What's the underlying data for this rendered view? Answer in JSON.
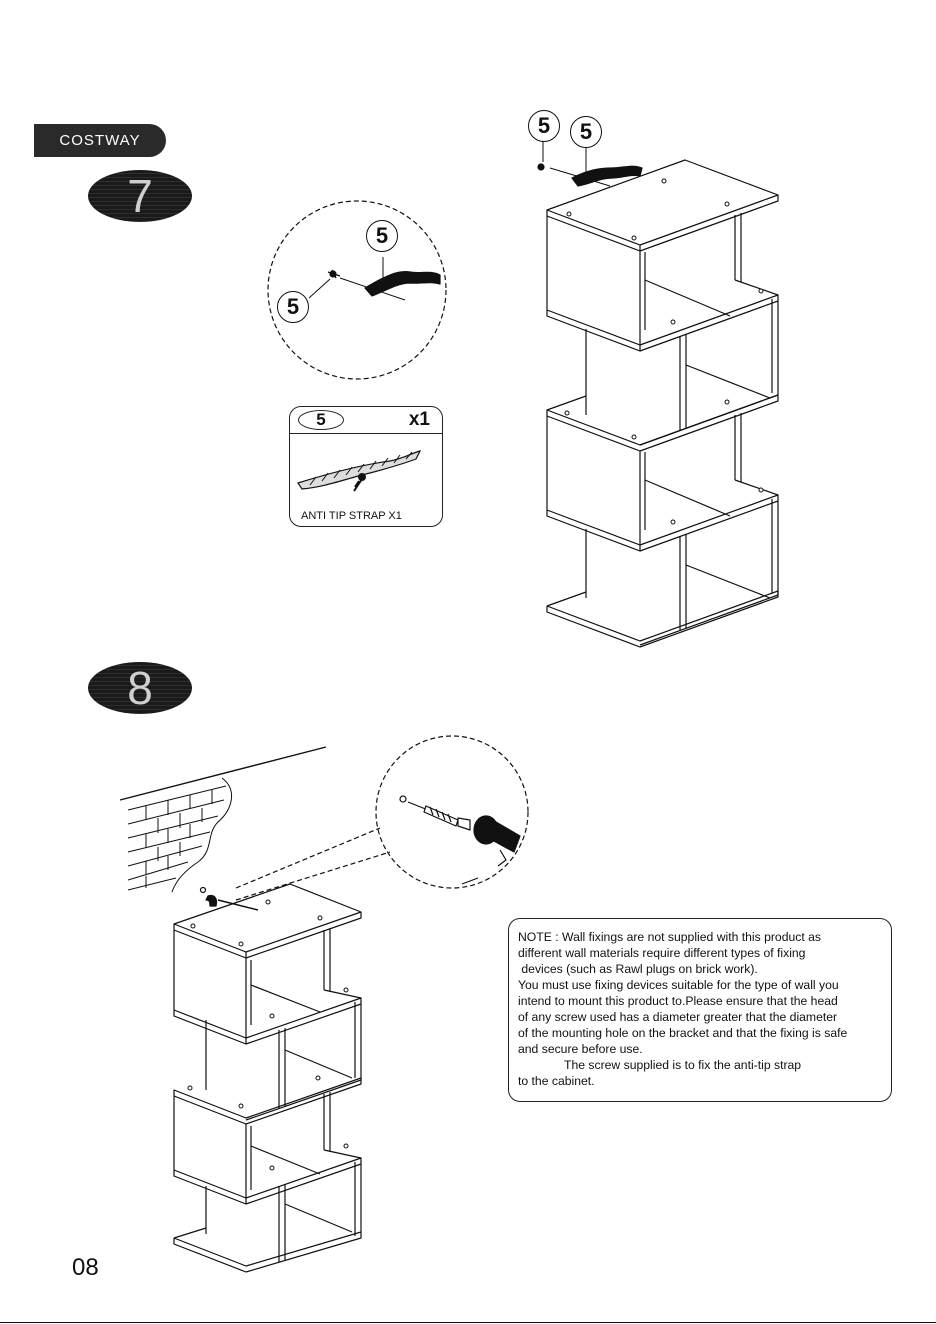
{
  "brand": {
    "name": "COSTWAY"
  },
  "steps": [
    {
      "number": "7"
    },
    {
      "number": "8"
    }
  ],
  "callouts": {
    "part_ref": "5"
  },
  "part_box": {
    "part_number": "5",
    "quantity": "x1",
    "label": "ANTI TIP STRAP  X1"
  },
  "note": {
    "lines": [
      "NOTE : Wall fixings are not supplied with this product as",
      "different wall materials require different types of fixing",
      " devices (such as Rawl plugs on brick work).",
      "You must use fixing devices suitable for the type of wall you",
      "intend to mount this product to.Please ensure that the head",
      "of any screw used has a diameter greater that the diameter",
      "of the mounting hole on the bracket and that the fixing is safe",
      "and secure before use.",
      "The screw supplied is to fix the anti-tip strap",
      "to the cabinet."
    ]
  },
  "page": {
    "number": "08"
  }
}
